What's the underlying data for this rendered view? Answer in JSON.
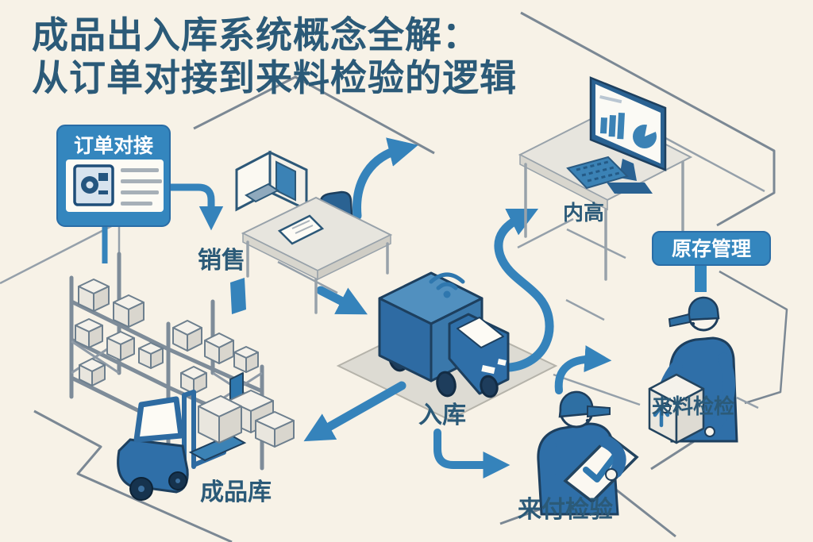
{
  "title": {
    "line1": "成品出入库系统概念全解：",
    "line2": "从订单对接到来料检验的逻辑"
  },
  "badges": {
    "order_docking": "订单对接",
    "inventory_management": "原存管理"
  },
  "labels": {
    "sales": "销售",
    "domestic_sales": "内高",
    "inbound": "入库",
    "finished_goods_warehouse": "成品库",
    "incoming_inspection": "来付检验",
    "incoming_material_inspection": "来料检检"
  },
  "icons": {
    "order_document": "order-document-icon",
    "workstation": "workstation-monitor-icon",
    "sales_desk": "sales-desk-icon",
    "office_chair": "office-chair-icon",
    "truck": "delivery-truck-icon",
    "wifi": "wifi-signal-icon",
    "dashboard_monitor": "dashboard-monitor-icon",
    "keyboard": "keyboard-icon",
    "warehouse_rack": "warehouse-rack-icon",
    "forklift": "forklift-icon",
    "clipboard_inspector": "clipboard-inspector-icon",
    "box_carrier": "box-carrier-icon"
  },
  "colors": {
    "background": "#f7f2e7",
    "ink": "#2b5a78",
    "accent": "#3583bb",
    "badge": "#3486be",
    "truck_blue": "#2f6fa8",
    "line_gray": "#8a95a0",
    "fill_gray": "#e7e5de"
  }
}
